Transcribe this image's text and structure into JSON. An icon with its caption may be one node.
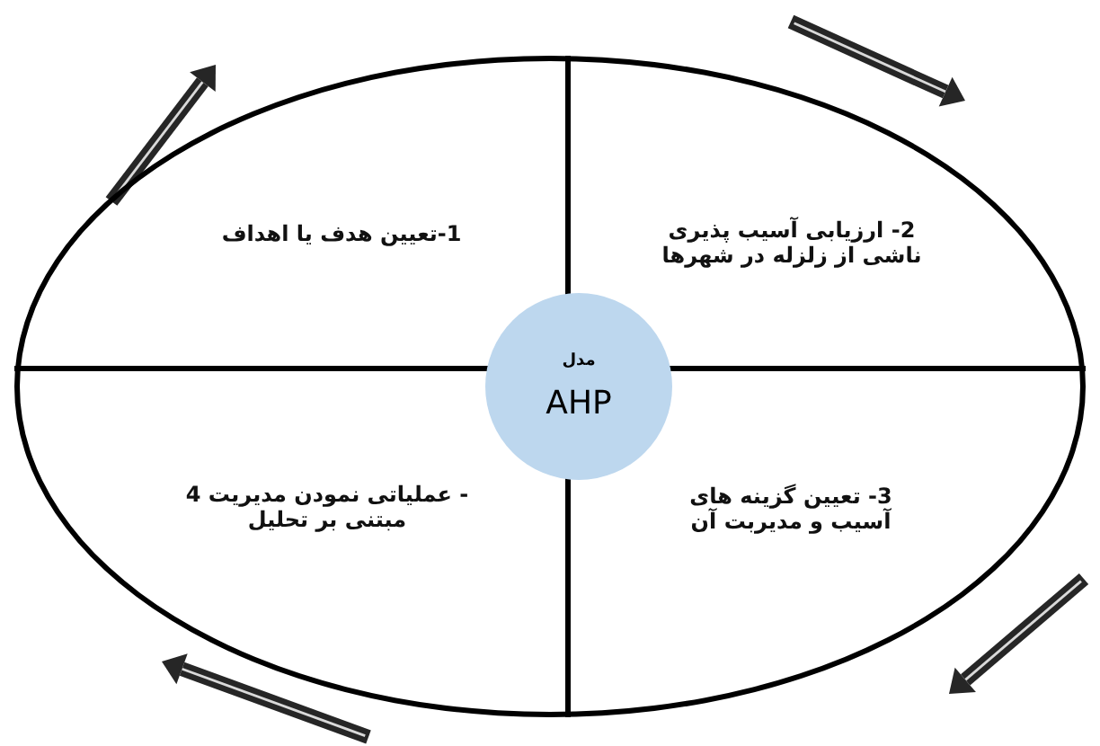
{
  "diagram": {
    "nodes": [
      {
        "text": [],
        "shape": "ellipse"
      },
      {
        "text": [
          "1-تعیین هدف یا اهداف"
        ],
        "in": 0
      },
      {
        "text": [
          "2- ارزیابی آسیب پذیری ناشی از زلزله در شهرها"
        ],
        "in": 0
      },
      {
        "text": [
          "3- تعیین گزینه های آسیب و مدیربت آن"
        ],
        "in": 0
      },
      {
        "text": [
          "- عملیاتی نمودن مدیریت 4 مبتنی بر تحلیل"
        ],
        "in": 0
      },
      {
        "text": [
          "مدل",
          "AHP"
        ],
        "in": 0
      }
    ]
  }
}
